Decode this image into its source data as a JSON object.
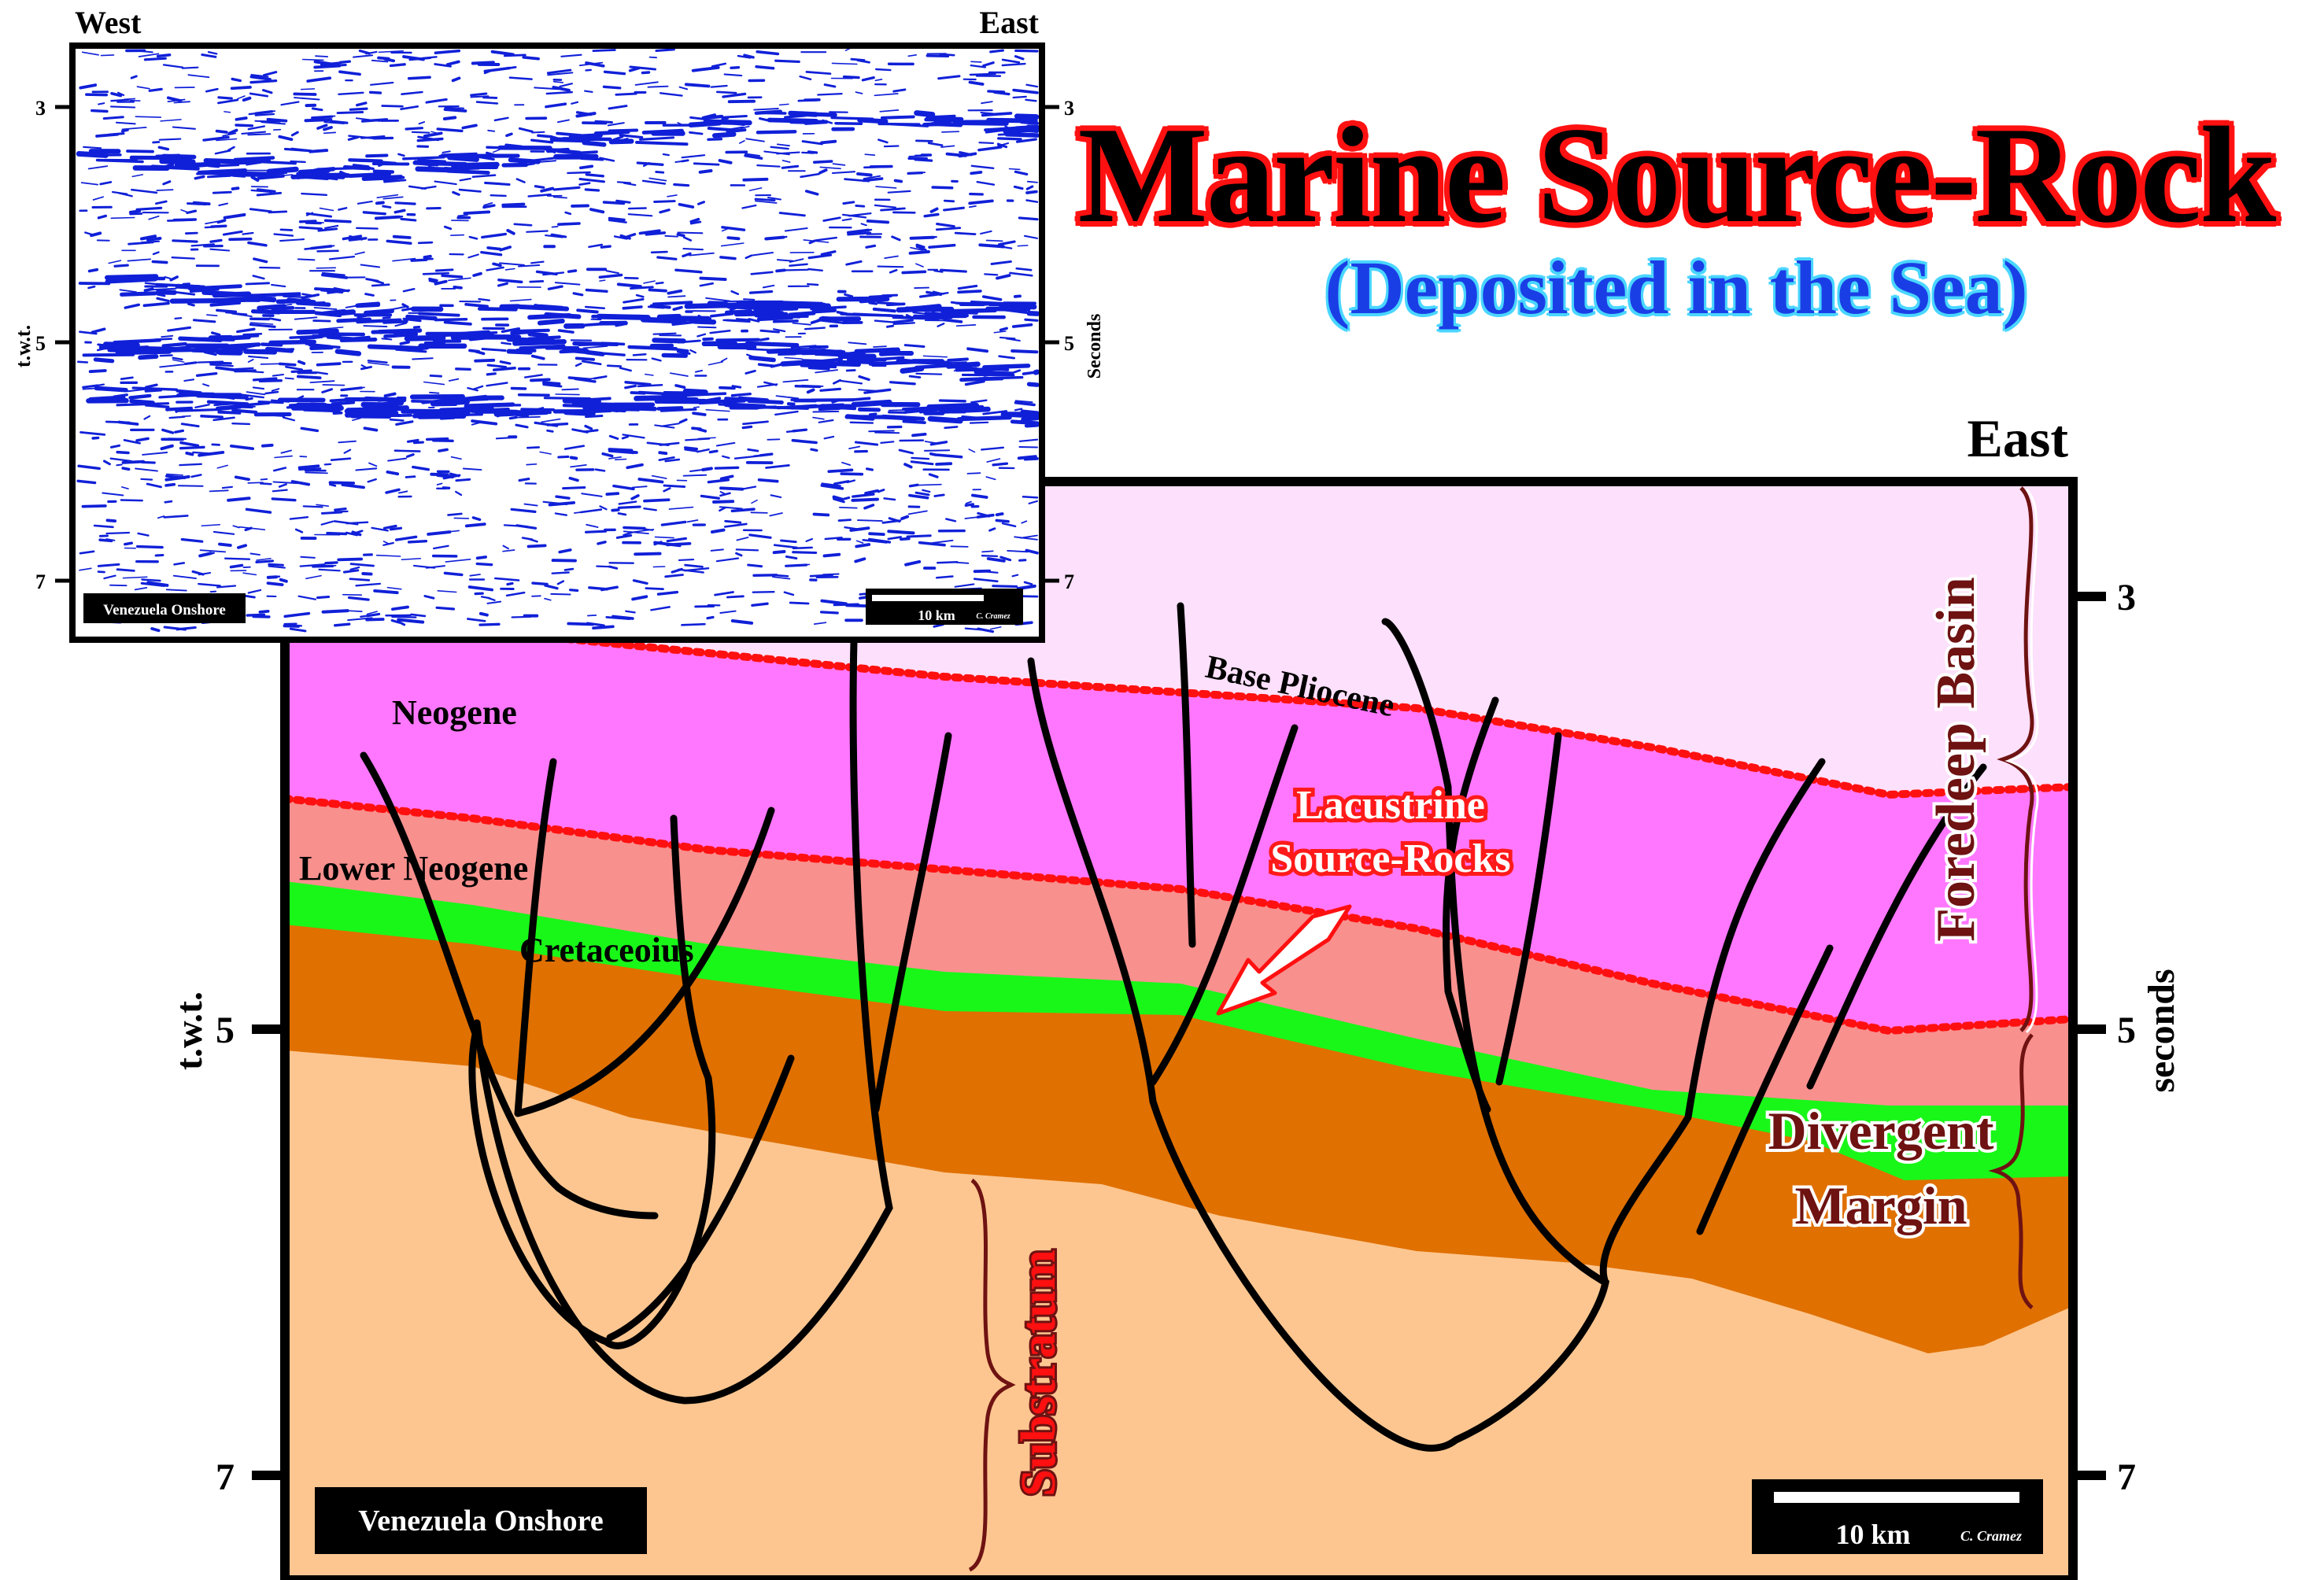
{
  "title": "Marine Source-Rock",
  "subtitle": "(Deposited in the Sea)",
  "seismic_inset": {
    "west_label": "West",
    "east_label": "East",
    "left_axis_label": "t.w.t.",
    "right_axis_label": "Seconds",
    "left_ticks": [
      "3",
      "5",
      "7"
    ],
    "right_ticks": [
      "3",
      "5",
      "7"
    ],
    "location_label": "Venezuela Onshore",
    "scale_label": "10 km",
    "credit": "C. Cramez",
    "trace_color": "#1020d8"
  },
  "geologic_section": {
    "east_label": "East",
    "left_axis_label": "t.w.t.",
    "right_axis_label": "seconds",
    "left_ticks": [
      "5",
      "7"
    ],
    "right_ticks": [
      "3",
      "5",
      "7"
    ],
    "units": {
      "neogene": "Neogene",
      "lower_neogene": "Lower Neogene",
      "cretaceous": "Cretaceoius",
      "base_pliocene": "Base Pliocene"
    },
    "lacustrine_label_line1": "Lacustrine",
    "lacustrine_label_line2": "Source-Rocks",
    "foredeep_label": "Foredeep Basin",
    "divergent_label_line1": "Divergent",
    "divergent_label_line2": "Margin",
    "substratum_label": "Substratum",
    "location_label": "Venezuela Onshore",
    "scale_label": "10 km",
    "credit": "C. Cramez",
    "colors": {
      "foredeep_top": "#fde0fb",
      "neogene": "#ff77ff",
      "lower_neogene": "#f8908e",
      "cretaceous": "#19f719",
      "orange_unit": "#e07000",
      "substratum": "#fdc690",
      "unconformity": "#ff1010",
      "fault": "#000000",
      "label_dark_red": "#6e1212"
    }
  }
}
